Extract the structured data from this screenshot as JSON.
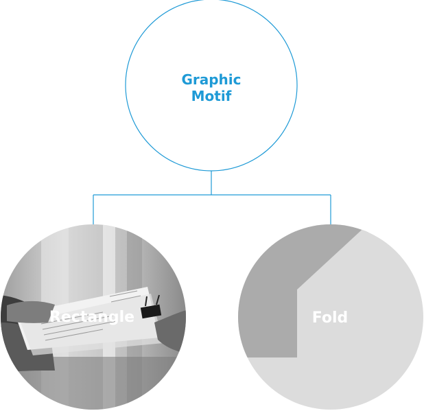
{
  "colors": {
    "accent": "#1e9ad6",
    "connector": "#1e9ad6",
    "fold_light": "#dcdcdc",
    "fold_dark": "#ababab",
    "photo_bg": "#c8c8c8"
  },
  "root": {
    "line1": "Graphic",
    "line2": "Motif"
  },
  "children": [
    {
      "label": "Rectangle",
      "image": "photo-of-hands-exchanging-documents"
    },
    {
      "label": "Fold",
      "image": "folded-corner-graphic"
    }
  ]
}
